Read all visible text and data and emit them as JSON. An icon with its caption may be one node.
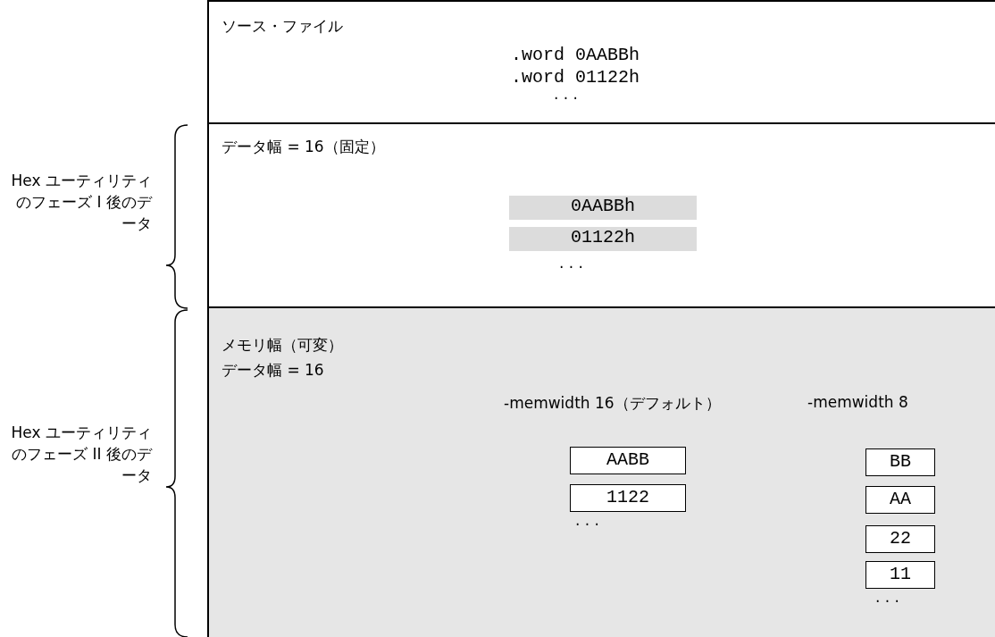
{
  "diagram": {
    "nodes": [
      {
        "text": [
          "ソース・ファイル",
          ".word 0AABBh",
          ".word 01122h",
          "· · ·"
        ]
      },
      {
        "text": [
          "データ幅 = 16（固定）",
          "· · ·"
        ]
      },
      {
        "text": [
          "0AABBh"
        ],
        "in": 1
      },
      {
        "text": [
          "01122h"
        ],
        "in": 1
      },
      {
        "text": [
          "メモリ幅（可変）",
          "データ幅 = 16",
          "-memwidth 16（デフォルト）",
          "-memwidth 8",
          "· · ·",
          "· · ·"
        ]
      },
      {
        "text": [
          "AABB"
        ],
        "in": 4
      },
      {
        "text": [
          "1122"
        ],
        "in": 4
      },
      {
        "text": [
          "BB"
        ],
        "in": 4
      },
      {
        "text": [
          "AA"
        ],
        "in": 4
      },
      {
        "text": [
          "22"
        ],
        "in": 4
      },
      {
        "text": [
          "11"
        ],
        "in": 4
      }
    ],
    "edges": [],
    "labels": [
      "Hex ユーティリティのフェーズ I 後のデータ",
      "Hex ユーティリティのフェーズ II 後のデータ"
    ]
  }
}
